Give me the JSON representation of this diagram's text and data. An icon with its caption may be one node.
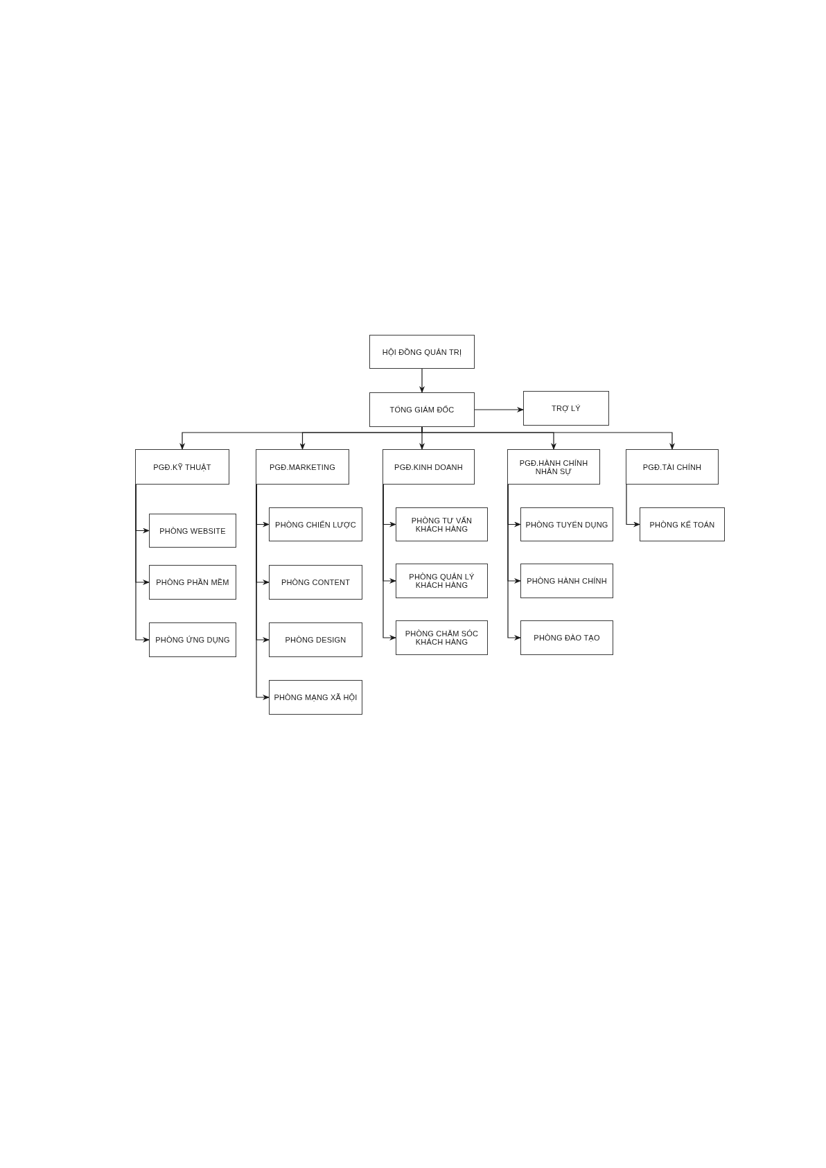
{
  "diagram": {
    "nodes": [
      {
        "text": [
          "HỘI ĐỒNG QUẢN TRỊ"
        ]
      },
      {
        "text": [
          "TỔNG GIÁM ĐỐC"
        ]
      },
      {
        "text": [
          "TRỢ LÝ"
        ]
      },
      {
        "text": [
          "PGĐ.KỸ THUẬT"
        ]
      },
      {
        "text": [
          "PGĐ.MARKETING"
        ]
      },
      {
        "text": [
          "PGĐ.KINH DOANH"
        ]
      },
      {
        "text": [
          "PGĐ.HÀNH CHÍNH NHÂN SỰ"
        ]
      },
      {
        "text": [
          "PGĐ.TÀI CHÍNH"
        ]
      },
      {
        "text": [
          "PHÒNG WEBSITE"
        ]
      },
      {
        "text": [
          "PHÒNG PHẦN MỀM"
        ]
      },
      {
        "text": [
          "PHÒNG ỨNG DỤNG"
        ]
      },
      {
        "text": [
          "PHÒNG CHIẾN LƯỢC"
        ]
      },
      {
        "text": [
          "PHÒNG CONTENT"
        ]
      },
      {
        "text": [
          "PHÒNG DESIGN"
        ]
      },
      {
        "text": [
          "PHÒNG MẠNG XÃ HỘI"
        ]
      },
      {
        "text": [
          "PHÒNG TƯ VẤN KHÁCH HÀNG"
        ]
      },
      {
        "text": [
          "PHÒNG QUẢN LÝ KHÁCH HÀNG"
        ]
      },
      {
        "text": [
          "PHÒNG CHĂM SÓC KHÁCH HÀNG"
        ]
      },
      {
        "text": [
          "PHÒNG TUYỂN DỤNG"
        ]
      },
      {
        "text": [
          "PHÒNG HÀNH CHÍNH"
        ]
      },
      {
        "text": [
          "PHÒNG ĐÀO TẠO"
        ]
      },
      {
        "text": [
          "PHÒNG KẾ TOÁN"
        ]
      }
    ],
    "edges": [
      {
        "from": 0,
        "to": 1,
        "arrow": "to"
      },
      {
        "from": 1,
        "to": 2,
        "arrow": "to"
      },
      {
        "from": 1,
        "to": 3,
        "arrow": "to"
      },
      {
        "from": 1,
        "to": 4,
        "arrow": "to"
      },
      {
        "from": 1,
        "to": 5,
        "arrow": "to"
      },
      {
        "from": 1,
        "to": 6,
        "arrow": "to"
      },
      {
        "from": 1,
        "to": 7,
        "arrow": "to"
      },
      {
        "from": 3,
        "to": 8,
        "arrow": "to"
      },
      {
        "from": 3,
        "to": 9,
        "arrow": "to"
      },
      {
        "from": 3,
        "to": 10,
        "arrow": "to"
      },
      {
        "from": 4,
        "to": 11,
        "arrow": "to"
      },
      {
        "from": 4,
        "to": 12,
        "arrow": "to"
      },
      {
        "from": 4,
        "to": 13,
        "arrow": "to"
      },
      {
        "from": 4,
        "to": 14,
        "arrow": "to"
      },
      {
        "from": 5,
        "to": 15,
        "arrow": "to"
      },
      {
        "from": 5,
        "to": 16,
        "arrow": "to"
      },
      {
        "from": 5,
        "to": 17,
        "arrow": "to"
      },
      {
        "from": 6,
        "to": 18,
        "arrow": "to"
      },
      {
        "from": 6,
        "to": 19,
        "arrow": "to"
      },
      {
        "from": 6,
        "to": 20,
        "arrow": "to"
      },
      {
        "from": 7,
        "to": 21,
        "arrow": "to"
      }
    ]
  }
}
